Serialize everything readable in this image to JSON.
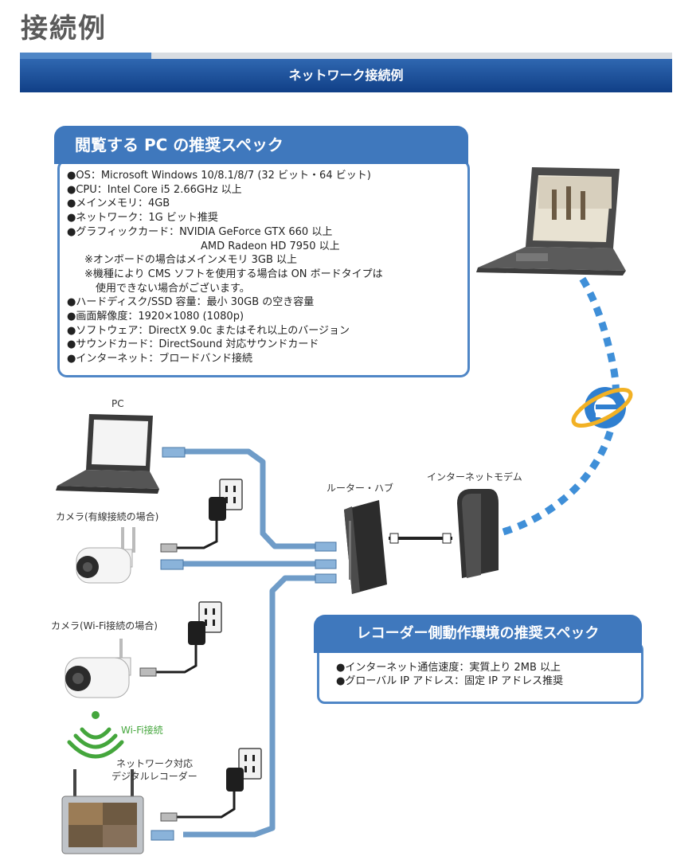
{
  "page_title": "接続例",
  "header_bar": "ネットワーク接続例",
  "pc_spec": {
    "heading": "閲覧する PC の推奨スペック",
    "lines": [
      "●OS：Microsoft Windows 10/8.1/8/7 (32 ビット・64 ビット)",
      "●CPU：Intel Core i5 2.66GHz 以上",
      "●メインメモリ：4GB",
      "●ネットワーク：1G ビット推奨",
      "●グラフィックカード：NVIDIA GeForce GTX 660 以上",
      "AMD Radeon HD 7950 以上",
      "※オンボードの場合はメインメモリ 3GB 以上",
      "※機種により CMS ソフトを使用する場合は ON ボードタイプは",
      "使用できない場合がございます。",
      "●ハードディスク/SSD 容量：最小 30GB の空き容量",
      "●画面解像度：1920×1080 (1080p)",
      "●ソフトウェア：DirectX 9.0c またはそれ以上のバージョン",
      "●サウンドカード：DirectSound 対応サウンドカード",
      "●インターネット：ブロードバンド接続"
    ]
  },
  "recorder_spec": {
    "heading": "レコーダー側動作環境の推奨スペック",
    "lines": [
      "●インターネット通信速度：実質上り 2MB 以上",
      "●グローバル IP アドレス：固定 IP アドレス推奨"
    ]
  },
  "labels": {
    "pc": "PC",
    "router_hub": "ルーター・ハブ",
    "modem": "インターネットモデム",
    "camera_wired": "カメラ(有線接続の場合)",
    "camera_wifi": "カメラ(Wi-Fi接続の場合)",
    "wifi_connection": "Wi-Fi接続",
    "recorder_line1": "ネットワーク対応",
    "recorder_line2": "デジタルレコーダー"
  },
  "colors": {
    "accent_blue": "#3f78bd",
    "cable_blue": "#6f9cc8",
    "internet_dots": "#3f8fd8",
    "wifi_green": "#44a63c"
  }
}
